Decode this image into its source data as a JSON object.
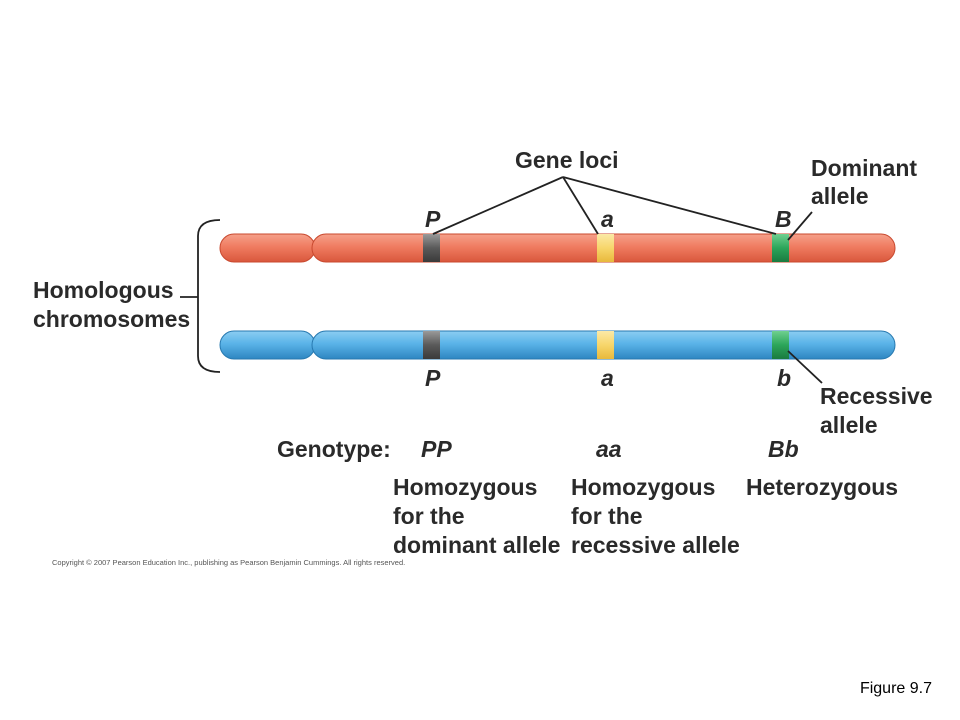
{
  "colors": {
    "chromosome_maternal": "#f07c61",
    "chromosome_maternal_edge": "#d9573c",
    "chromosome_paternal": "#5ab3e8",
    "chromosome_paternal_edge": "#2e86c1",
    "locus_P": "#6b6b6b",
    "locus_a": "#f7d66b",
    "locus_B": "#2ca55a",
    "text": "#2a2a2a"
  },
  "labels": {
    "gene_loci": "Gene loci",
    "dominant_allele": [
      "Dominant",
      "allele"
    ],
    "recessive_allele": [
      "Recessive",
      "allele"
    ],
    "homologous_chromosomes": [
      "Homologous",
      "chromosomes"
    ],
    "genotype": "Genotype:"
  },
  "top_alleles": [
    "P",
    "a",
    "B"
  ],
  "bottom_alleles": [
    "P",
    "a",
    "b"
  ],
  "genotypes": [
    {
      "code": "PP",
      "description": [
        "Homozygous",
        "for the",
        "dominant allele"
      ]
    },
    {
      "code": "aa",
      "description": [
        "Homozygous",
        "for the",
        "recessive allele"
      ]
    },
    {
      "code": "Bb",
      "description": [
        "Heterozygous"
      ]
    }
  ],
  "copyright": "Copyright © 2007 Pearson Education Inc., publishing as Pearson Benjamin Cummings. All rights reserved.",
  "figure_label": "Figure 9.7"
}
